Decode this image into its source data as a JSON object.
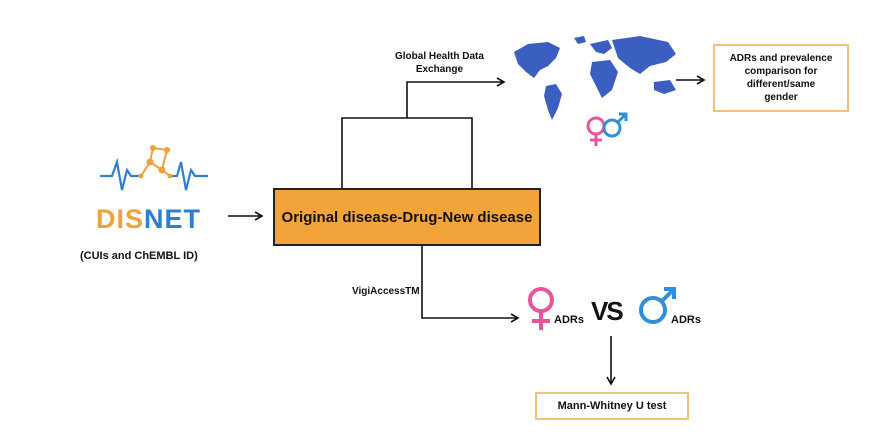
{
  "source": {
    "logo_dis": "DIS",
    "logo_net": "NET",
    "caption": "(CUIs and ChEMBL ID)"
  },
  "center_box": {
    "label": "Original disease-Drug-New disease"
  },
  "top_branch": {
    "label_line1": "Global Health Data",
    "label_line2": "Exchange"
  },
  "output_box": {
    "line1": "ADRs and prevalence",
    "line2": "comparison for",
    "line3": "different/same",
    "line4": "gender"
  },
  "bottom_branch": {
    "label": "VigiAccessTM"
  },
  "comparison": {
    "left_label": "ADRs",
    "vs_label": "VS",
    "right_label": "ADRs"
  },
  "test_box": {
    "label": "Mann-Whitney U test"
  },
  "colors": {
    "box_fill": "#f2a33a",
    "box_border_light": "#f3c27a",
    "female": "#e5579a",
    "male": "#2f8fd8",
    "map": "#3a5fc0",
    "logo_orange": "#f0a23a",
    "logo_blue": "#2f7fd1"
  },
  "icons": {
    "logo": "network-node-icon",
    "map": "world-map-icon",
    "gender_pair": "female-male-icon",
    "female": "female-symbol-icon",
    "male": "male-symbol-icon"
  }
}
